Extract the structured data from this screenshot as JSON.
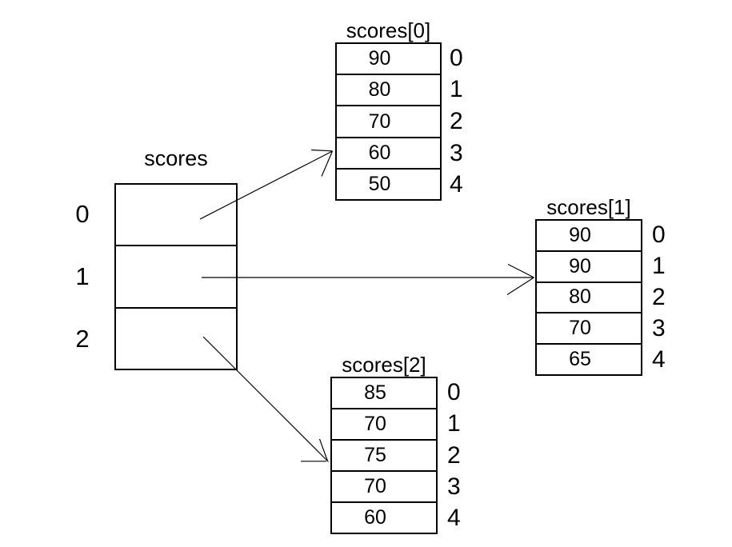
{
  "colors": {
    "background": "#ffffff",
    "line": "#000000",
    "text": "#000000"
  },
  "main_array": {
    "title": "scores",
    "indices": [
      "0",
      "1",
      "2"
    ]
  },
  "sub_arrays": [
    {
      "title": "scores[0]",
      "values": [
        "90",
        "80",
        "70",
        "60",
        "50"
      ],
      "indices": [
        "0",
        "1",
        "2",
        "3",
        "4"
      ]
    },
    {
      "title": "scores[1]",
      "values": [
        "90",
        "90",
        "80",
        "70",
        "65"
      ],
      "indices": [
        "0",
        "1",
        "2",
        "3",
        "4"
      ]
    },
    {
      "title": "scores[2]",
      "values": [
        "85",
        "70",
        "75",
        "70",
        "60"
      ],
      "indices": [
        "0",
        "1",
        "2",
        "3",
        "4"
      ]
    }
  ],
  "arrows": [
    {
      "from": "scores element 0",
      "to": "scores[0]"
    },
    {
      "from": "scores element 1",
      "to": "scores[1]"
    },
    {
      "from": "scores element 2",
      "to": "scores[2]"
    }
  ]
}
